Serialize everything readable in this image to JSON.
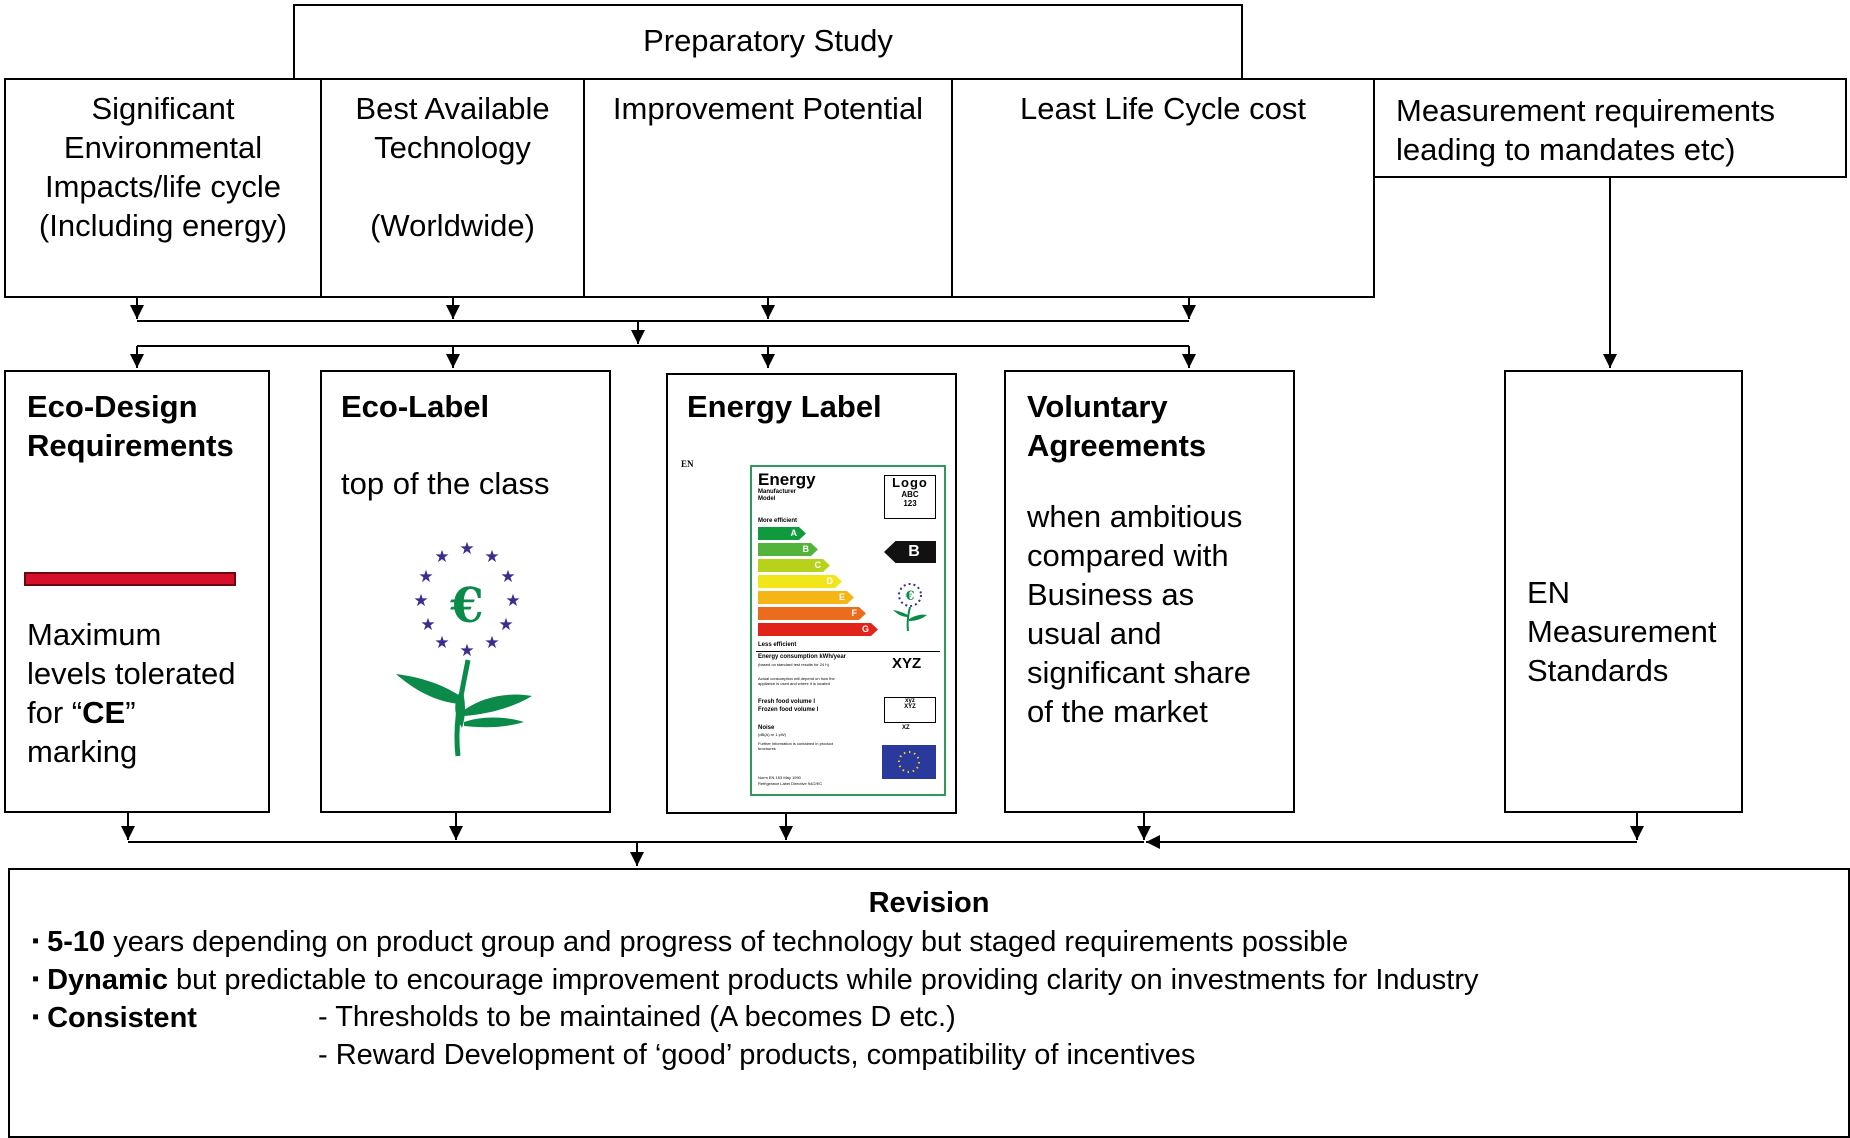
{
  "preparatory": "Preparatory Study",
  "study": {
    "environmental": [
      "Significant",
      "Environmental",
      "Impacts/life cycle",
      "(Including energy)"
    ],
    "bat": [
      "Best Available",
      "Technology",
      "",
      "(Worldwide)"
    ],
    "improvement": "Improvement Potential",
    "lcc": "Least Life Cycle cost",
    "measurement": [
      "Measurement requirements",
      "leading to mandates etc)"
    ]
  },
  "instruments": {
    "ecodesign": {
      "title": [
        "Eco-Design",
        "Requirements"
      ],
      "desc": [
        "Maximum",
        "levels tolerated",
        "for “",
        "CE",
        "”",
        "marking"
      ],
      "bar_color": "#d4102a"
    },
    "ecolabel": {
      "title": "Eco-Label",
      "desc": "top of the class",
      "flower_icon": "eu-ecolabel-flower-icon",
      "colors": {
        "stars": "#3a2d8f",
        "euro": "#0c8a4a",
        "leaves": "#0c8a4a"
      }
    },
    "energylabel": {
      "title": "Energy Label",
      "label": {
        "lang": "EN",
        "header": "Energy",
        "manufacturer": "Manufacturer",
        "model": "Model",
        "logo": "Logo",
        "logo_code": "ABC",
        "logo_num": "123",
        "more_efficient": "More efficient",
        "less_efficient": "Less efficient",
        "classes": [
          "A",
          "B",
          "C",
          "D",
          "E",
          "F",
          "G"
        ],
        "class_colors": [
          "#109a3e",
          "#54b33a",
          "#b7d21b",
          "#f2e61a",
          "#f4b515",
          "#ec6c1e",
          "#e2231a"
        ],
        "rating": "B",
        "consumption": "Energy consumption kWh/year",
        "consumption_note": "(based on standard test results for 24 h)",
        "consumption_value": "XYZ",
        "actual_note": "Actual consumption will depend on how the appliance is used and where it is located",
        "fresh": "Fresh food volume  l",
        "frozen": "Frozen food volume  l",
        "fresh_value": "xyz",
        "frozen_value": "XYZ",
        "noise": "Noise",
        "noise_unit": "(dB(A) re 1 pW)",
        "noise_value": "XZ",
        "info": "Further information is contained in product brochures",
        "norm": "Norm EN 153 May 1990",
        "directive": "Refrigerator Label Directive 94/2/EC",
        "eu_flag_color": "#2a3a9c",
        "frame_color": "#2e9a5a"
      }
    },
    "voluntary": {
      "title": [
        "Voluntary",
        "Agreements"
      ],
      "desc": [
        "when ambitious",
        "compared with",
        "Business as",
        "usual and",
        "significant share",
        "of the market"
      ]
    },
    "en": {
      "desc": [
        "EN",
        "Measurement",
        "Standards"
      ]
    }
  },
  "revision": {
    "title": "Revision",
    "bullet": "▪",
    "lines": [
      {
        "bold": "5-10",
        "text": " years depending on product group and progress of technology but staged requirements possible"
      },
      {
        "bold": "Dynamic",
        "text": " but predictable to encourage improvement products while providing clarity on investments for Industry"
      },
      {
        "bold": "Consistent",
        "text": "- Thresholds to be maintained (A becomes D etc.)"
      }
    ],
    "extra": "-  Reward Development of ‘good’ products, compatibility of incentives"
  }
}
